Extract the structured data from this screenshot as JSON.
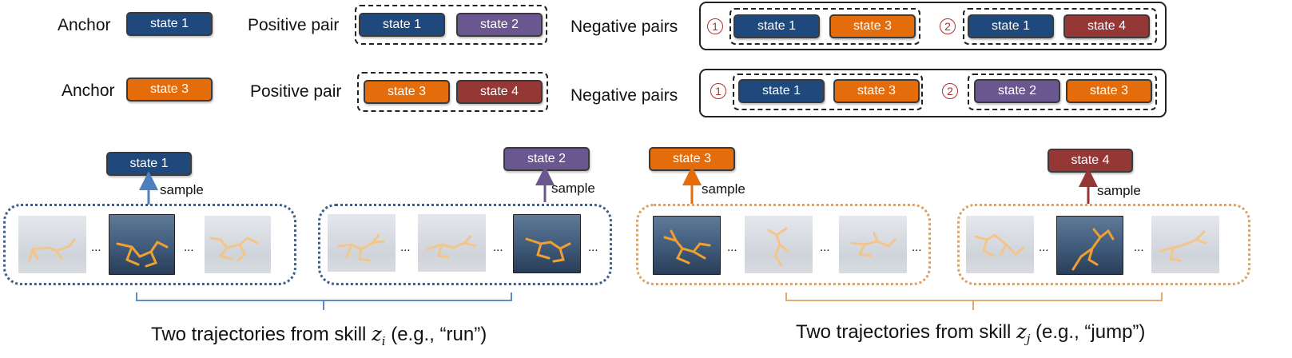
{
  "colors": {
    "state1": "#1f497d",
    "state2": "#6b5790",
    "state3": "#e46c0a",
    "state4": "#953735",
    "skill_i": "#4f7fbf",
    "skill_j": "#e0a060"
  },
  "labels": {
    "anchor": "Anchor",
    "positive_pair": "Positive pair",
    "negative_pairs": "Negative pairs",
    "sample": "sample",
    "ellipsis": "...",
    "num1": "1",
    "num2": "2"
  },
  "states": {
    "s1": "state 1",
    "s2": "state 2",
    "s3": "state 3",
    "s4": "state 4"
  },
  "rows": [
    {
      "anchor": "state 1",
      "positive": [
        "state 1",
        "state 2"
      ],
      "negatives": [
        [
          "state 1",
          "state 3"
        ],
        [
          "state 1",
          "state 4"
        ]
      ]
    },
    {
      "anchor": "state 3",
      "positive": [
        "state 3",
        "state 4"
      ],
      "negatives": [
        [
          "state 1",
          "state 3"
        ],
        [
          "state 2",
          "state 3"
        ]
      ]
    }
  ],
  "captions": {
    "left_pre": "Two trajectories from skill ",
    "left_var": "z",
    "left_sub": "i",
    "left_post": " (e.g., “run”)",
    "right_pre": "Two trajectories from skill ",
    "right_var": "z",
    "right_sub": "j",
    "right_post": " (e.g., “jump”)"
  }
}
